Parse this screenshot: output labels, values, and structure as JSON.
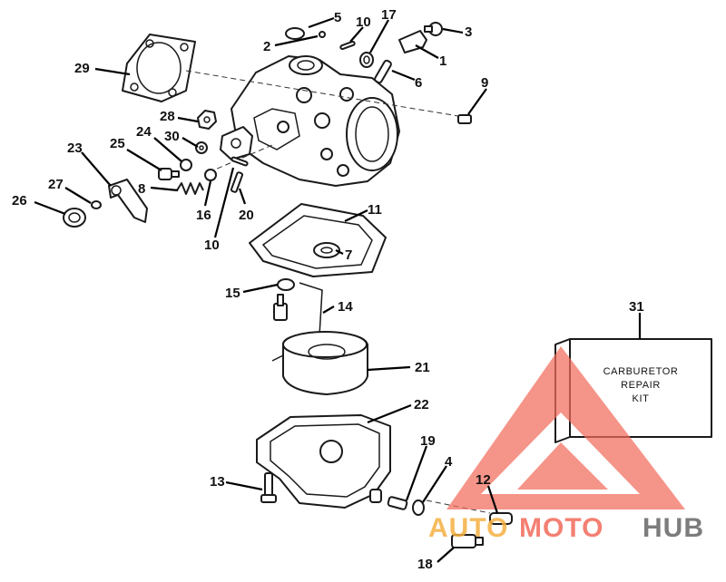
{
  "callouts": {
    "c1": "1",
    "c2": "2",
    "c3": "3",
    "c4": "4",
    "c5": "5",
    "c6": "6",
    "c7": "7",
    "c8": "8",
    "c9": "9",
    "c10a": "10",
    "c10b": "10",
    "c11": "11",
    "c12": "12",
    "c13": "13",
    "c14": "14",
    "c15": "15",
    "c16": "16",
    "c17": "17",
    "c18": "18",
    "c19": "19",
    "c20": "20",
    "c21": "21",
    "c22": "22",
    "c23": "23",
    "c24": "24",
    "c25": "25",
    "c26": "26",
    "c27": "27",
    "c28": "28",
    "c29": "29",
    "c30": "30",
    "c31": "31"
  },
  "repair_kit": {
    "line1": "CARBURETOR",
    "line2": "REPAIR",
    "line3": "KIT"
  },
  "watermark": {
    "part1": "AUTO",
    "part2": "MOTO",
    "part3": "HUB",
    "color_primary": "#f26b5b",
    "color_secondary": "#f5b041",
    "color_tertiary": "#6e6e6e"
  }
}
